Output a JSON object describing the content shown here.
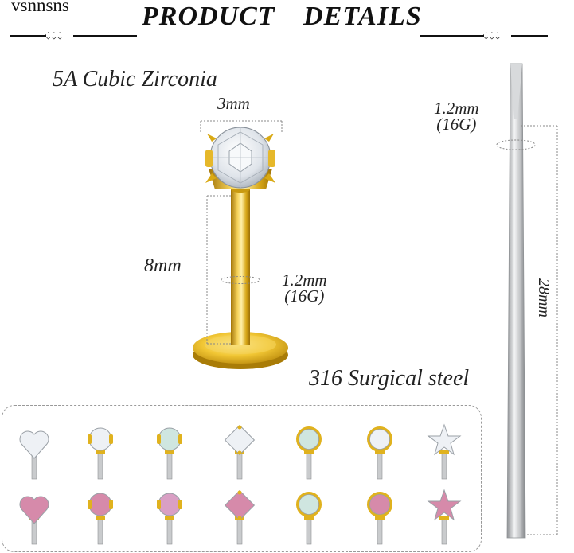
{
  "brand": "vsnnsns",
  "title": "PRODUCT DETAILS",
  "labels": {
    "stone": "5A Cubic Zirconia",
    "top_size": "3mm",
    "post_length": "8mm",
    "gauge_line1": "1.2mm",
    "gauge_line2": "(16G)",
    "material": "316 Surgical steel",
    "taper_gauge_line1": "1.2mm",
    "taper_gauge_line2": "(16G)",
    "taper_length": "28mm"
  },
  "colors": {
    "gold": "#e0b21e",
    "gold_dark": "#a97c07",
    "steel": "#c9cbcd",
    "crystal": "#eef1f5",
    "pink": "#d68aaa",
    "opal": "#cfe6e0",
    "pink_opal": "#d99fc4"
  },
  "items": [
    {
      "row": 1,
      "shape": "heart",
      "stone": "clear"
    },
    {
      "row": 1,
      "shape": "round-prong",
      "stone": "clear"
    },
    {
      "row": 1,
      "shape": "opal-prong",
      "stone": "white-opal"
    },
    {
      "row": 1,
      "shape": "square",
      "stone": "clear"
    },
    {
      "row": 1,
      "shape": "opal-bezel",
      "stone": "white-opal"
    },
    {
      "row": 1,
      "shape": "round-bezel",
      "stone": "clear"
    },
    {
      "row": 1,
      "shape": "star",
      "stone": "clear"
    },
    {
      "row": 2,
      "shape": "heart",
      "stone": "pink"
    },
    {
      "row": 2,
      "shape": "round-prong",
      "stone": "pink"
    },
    {
      "row": 2,
      "shape": "opal-prong",
      "stone": "pink-opal"
    },
    {
      "row": 2,
      "shape": "square",
      "stone": "pink"
    },
    {
      "row": 2,
      "shape": "opal-bezel",
      "stone": "white-opal"
    },
    {
      "row": 2,
      "shape": "round-bezel",
      "stone": "pink"
    },
    {
      "row": 2,
      "shape": "star",
      "stone": "pink"
    }
  ]
}
